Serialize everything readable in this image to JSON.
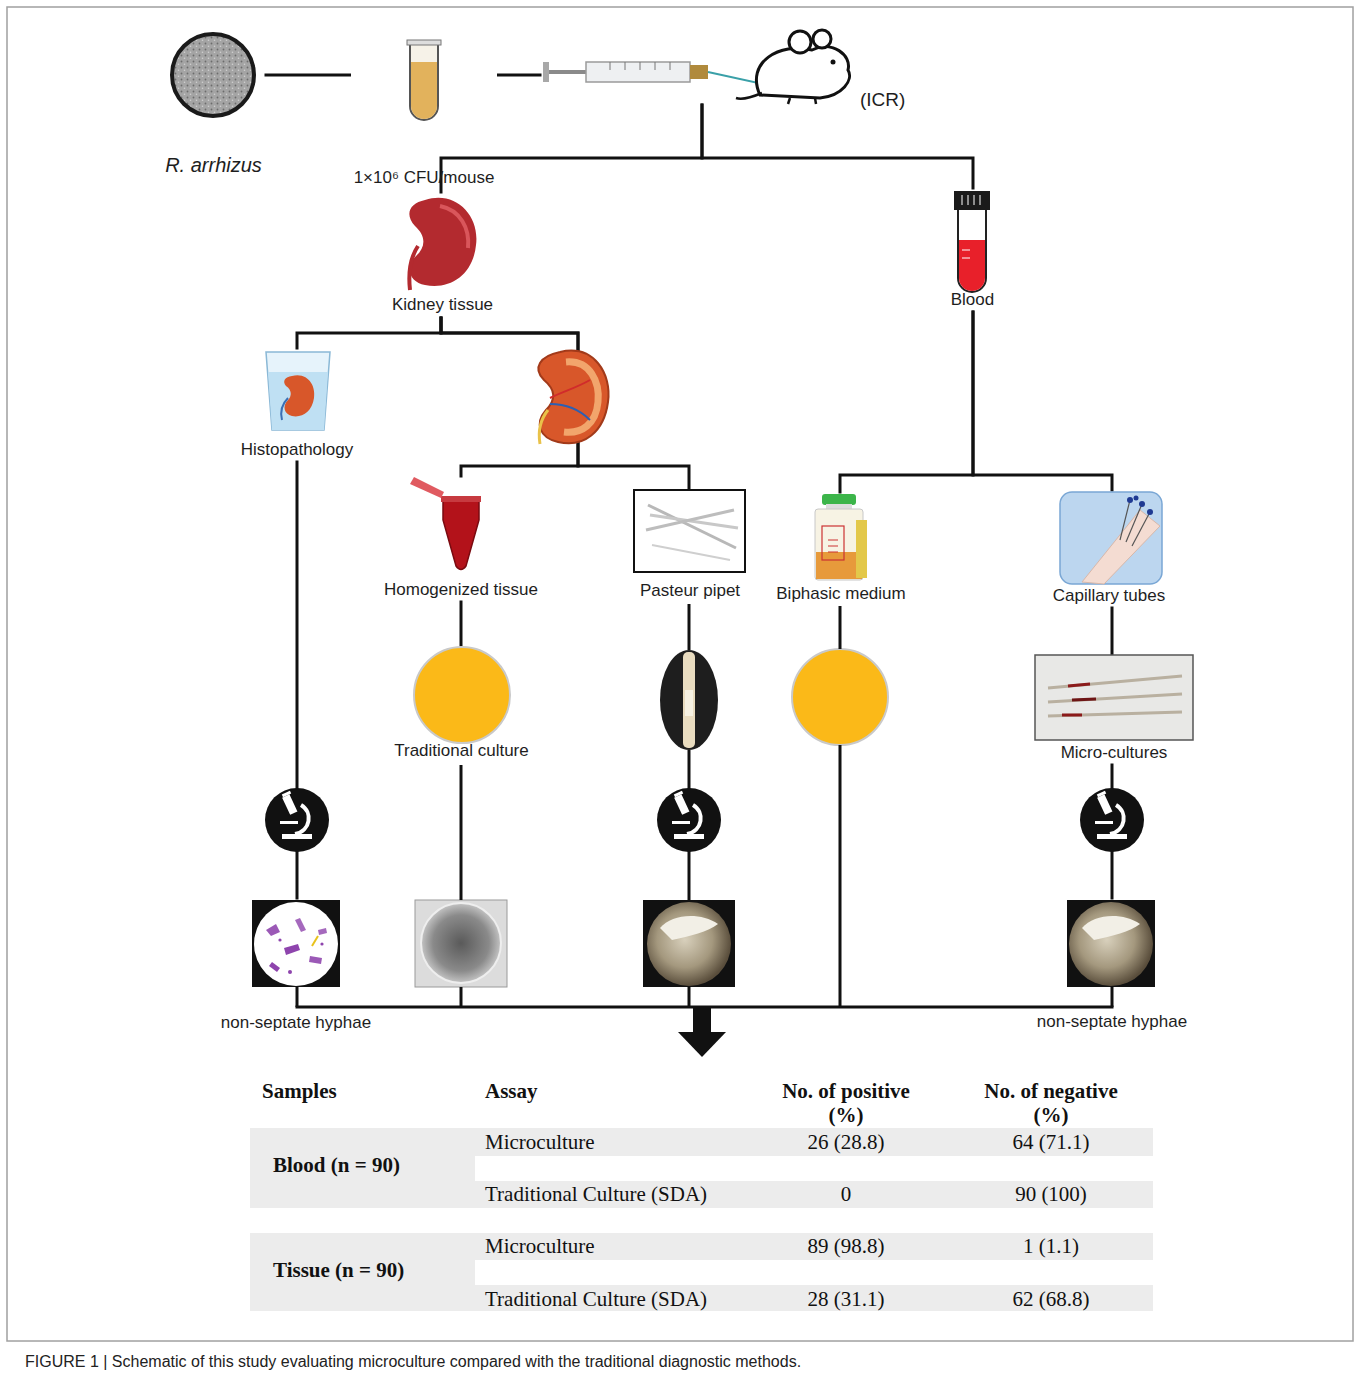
{
  "diagram": {
    "caption": "FIGURE 1 | Schematic of this study evaluating microculture compared with the traditional diagnostic methods.",
    "nodes": [
      {
        "text": [
          "R. arrhizus"
        ]
      },
      {
        "text": [
          "1×10⁶ CFU/mouse"
        ]
      },
      {
        "text": [
          "(ICR)"
        ]
      },
      {
        "text": [
          "Kidney tissue"
        ]
      },
      {
        "text": [
          "Blood"
        ]
      },
      {
        "text": [
          "Histopathology"
        ]
      },
      {
        "text": [
          "Homogenized tissue"
        ]
      },
      {
        "text": [
          "Pasteur pipet"
        ]
      },
      {
        "text": [
          "Biphasic medium"
        ]
      },
      {
        "text": [
          "Capillary tubes"
        ]
      },
      {
        "text": [
          "Traditional culture"
        ]
      },
      {
        "text": [
          "Micro-cultures"
        ]
      },
      {
        "text": [
          "non-septate hyphae"
        ]
      },
      {
        "text": [
          "non-septate hyphae"
        ]
      }
    ],
    "edges": [
      {
        "from": 0,
        "to": 1,
        "arrow": "none"
      },
      {
        "from": 1,
        "to": 2,
        "arrow": "none"
      },
      {
        "from": 2,
        "to": 3,
        "arrow": "none"
      },
      {
        "from": 2,
        "to": 4,
        "arrow": "none"
      },
      {
        "from": 3,
        "to": 5,
        "arrow": "none"
      },
      {
        "from": 3,
        "to": 6,
        "arrow": "none"
      },
      {
        "from": 3,
        "to": 7,
        "arrow": "none"
      },
      {
        "from": 4,
        "to": 8,
        "arrow": "none"
      },
      {
        "from": 4,
        "to": 9,
        "arrow": "none"
      },
      {
        "from": 6,
        "to": 10,
        "arrow": "none"
      },
      {
        "from": 9,
        "to": 11,
        "arrow": "none"
      },
      {
        "from": 5,
        "to": 12,
        "arrow": "none"
      },
      {
        "from": 11,
        "to": 13,
        "arrow": "none"
      }
    ],
    "labels": [
      "Samples",
      "Assay",
      "No. of positive (%)",
      "No. of negative (%)",
      "Blood (n = 90)",
      "Microculture",
      "26 (28.8)",
      "64 (71.1)",
      "Traditional Culture (SDA)",
      "0",
      "90 (100)",
      "Tissue (n = 90)",
      "Microculture",
      "89 (98.8)",
      "1 (1.1)",
      "Traditional Culture (SDA)",
      "28 (31.1)",
      "62 (68.8)"
    ]
  }
}
